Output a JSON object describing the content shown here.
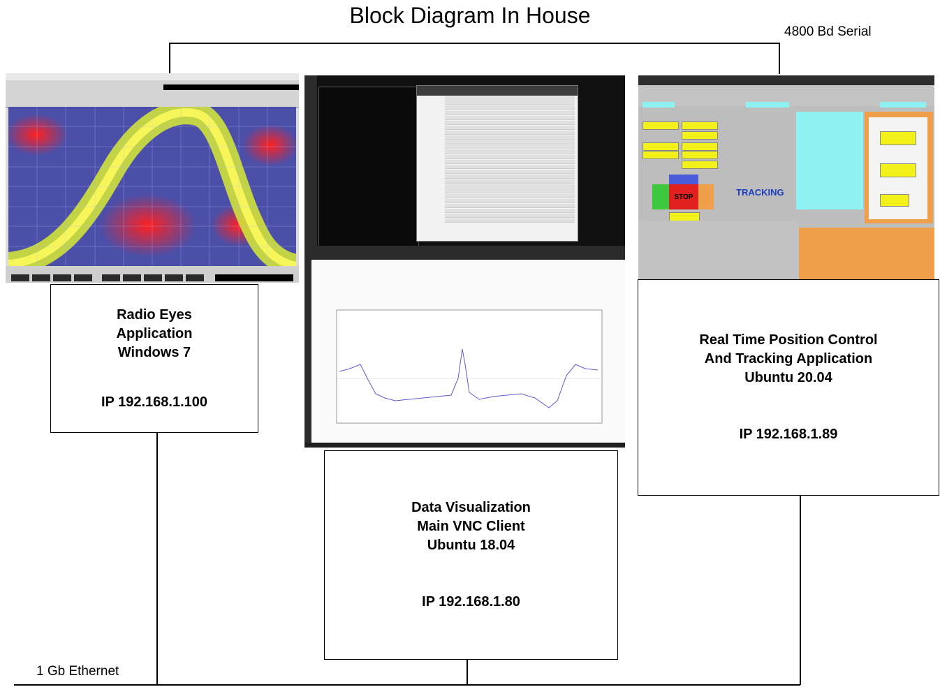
{
  "title": "Block Diagram In House",
  "serial_label": "4800 Bd Serial",
  "ethernet_label": "1 Gb Ethernet",
  "nodes": [
    {
      "line1": "Radio Eyes",
      "line2": "Application",
      "line3": "Windows 7",
      "ip": "IP 192.168.1.100"
    },
    {
      "line1": "Data Visualization",
      "line2": "Main VNC Client",
      "line3": "Ubuntu 18.04",
      "ip": "IP 192.168.1.80"
    },
    {
      "line1": "Real Time Position Control",
      "line2": "And Tracking Application",
      "line3": "Ubuntu 20.04",
      "ip": "IP 192.168.1.89"
    }
  ],
  "screens": {
    "tracking": {
      "stop": "STOP",
      "status": "TRACKING"
    }
  }
}
